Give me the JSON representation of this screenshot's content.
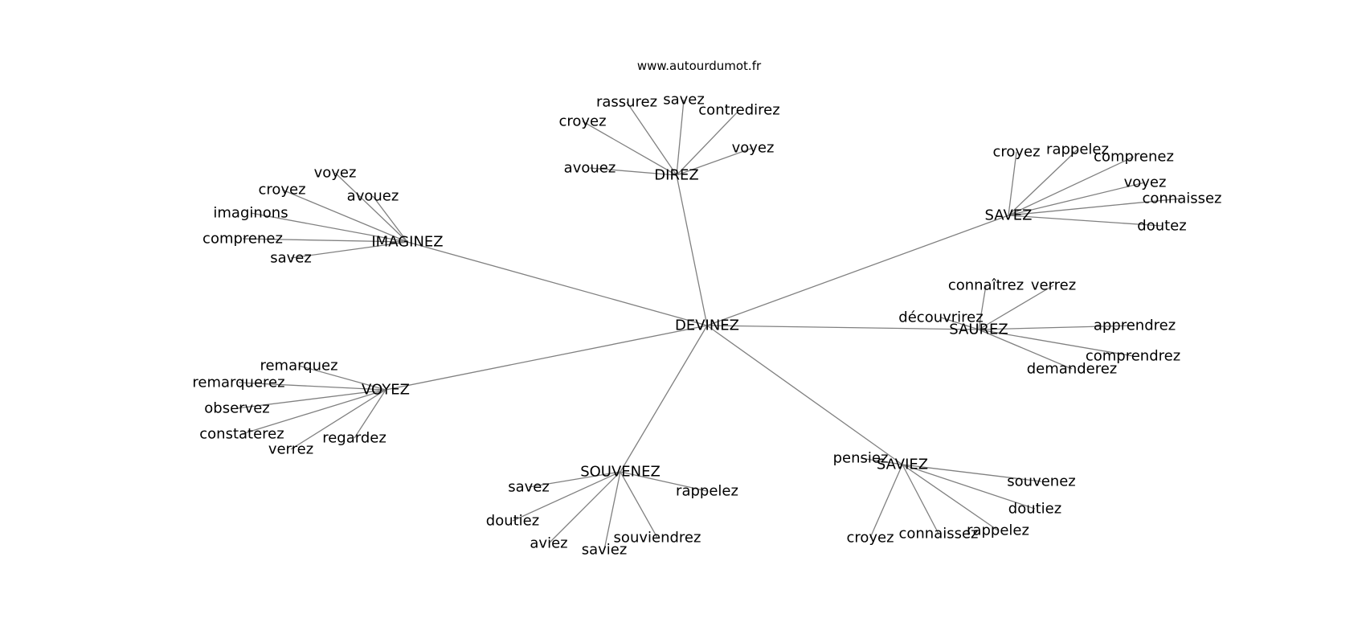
{
  "source": "www.autourdumot.fr",
  "center": "DEVINEZ",
  "clusters": [
    {
      "hub": "DIREZ",
      "leaves": [
        "rassurez",
        "savez",
        "croyez",
        "contredirez",
        "voyez",
        "avouez"
      ]
    },
    {
      "hub": "SAVEZ",
      "leaves": [
        "croyez",
        "rappelez",
        "comprenez",
        "voyez",
        "connaissez",
        "doutez"
      ]
    },
    {
      "hub": "IMAGINEZ",
      "leaves": [
        "voyez",
        "croyez",
        "avouez",
        "imaginons",
        "comprenez",
        "savez"
      ]
    },
    {
      "hub": "SAUREZ",
      "leaves": [
        "connaîtrez",
        "verrez",
        "découvrirez",
        "apprendrez",
        "comprendrez",
        "demanderez"
      ]
    },
    {
      "hub": "VOYEZ",
      "leaves": [
        "remarquez",
        "remarquerez",
        "observez",
        "constaterez",
        "verrez",
        "regardez"
      ]
    },
    {
      "hub": "SOUVENEZ",
      "leaves": [
        "savez",
        "rappelez",
        "doutiez",
        "aviez",
        "saviez",
        "souviendrez"
      ]
    },
    {
      "hub": "SAVIEZ",
      "leaves": [
        "pensiez",
        "souvenez",
        "doutiez",
        "rappelez",
        "connaissez",
        "croyez"
      ]
    }
  ]
}
